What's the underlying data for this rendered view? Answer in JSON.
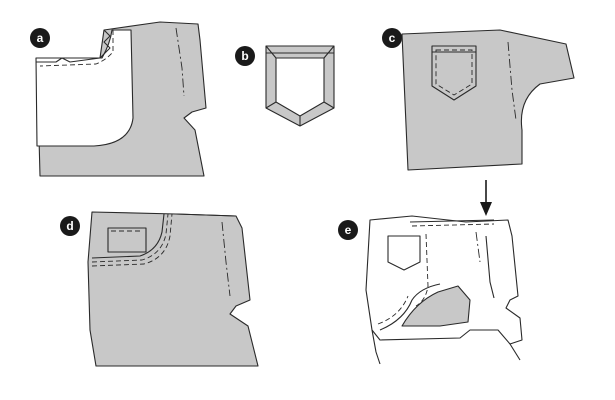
{
  "labels": {
    "a": "a",
    "b": "b",
    "c": "c",
    "d": "d",
    "e": "e"
  },
  "colors": {
    "fabric": "#c8c8c8",
    "fabric_light": "#e2e2e2",
    "outline": "#2a2a2a",
    "badge": "#1a1a1a",
    "paper": "#ffffff"
  }
}
